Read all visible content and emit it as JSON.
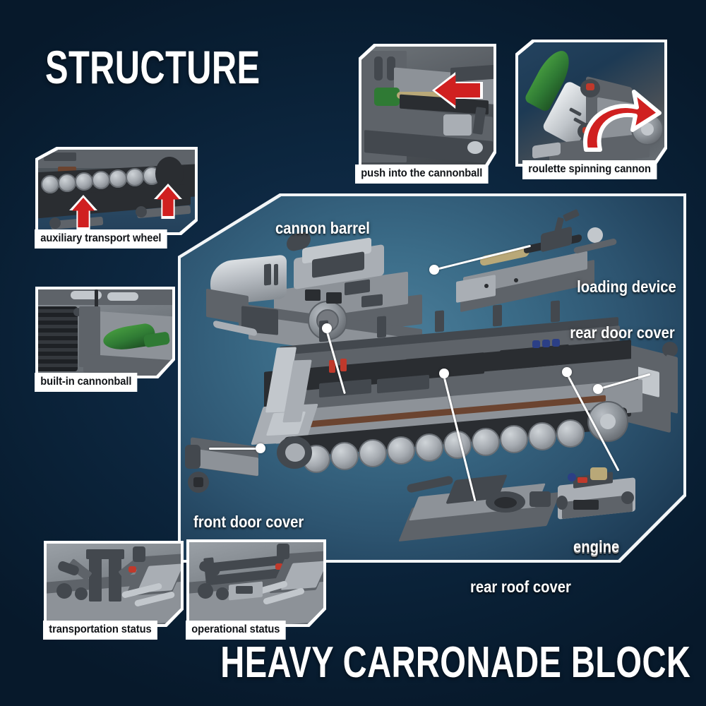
{
  "page": {
    "heading_top": "STRUCTURE",
    "heading_bottom": "HEAVY CARRONADE BLOCK",
    "bg_color": "#0a2238",
    "panel_color": "#2d5470",
    "accent_red": "#d02020",
    "frame_color": "#ffffff"
  },
  "callouts": [
    {
      "id": "push-into-the-cannonball",
      "caption": "push into the cannonball",
      "arrow": "arrow-left",
      "arrow_color": "#d02020"
    },
    {
      "id": "roulette-spinning-cannon",
      "caption": "roulette spinning cannon",
      "arrow": "curved-arrow-right",
      "arrow_color": "#d02020"
    },
    {
      "id": "auxiliary-transport-wheel",
      "caption": "auxiliary transport wheel",
      "arrow": "arrow-up",
      "arrow_color": "#d02020"
    },
    {
      "id": "built-in-cannonball",
      "caption": "built-in cannonball",
      "arrow": "none",
      "arrow_color": ""
    },
    {
      "id": "transportation-status",
      "caption": "transportation status",
      "arrow": "none",
      "arrow_color": ""
    },
    {
      "id": "operational-status",
      "caption": "operational status",
      "arrow": "none",
      "arrow_color": ""
    }
  ],
  "panel_labels": [
    {
      "id": "cannon-barrel",
      "text": "cannon barrel"
    },
    {
      "id": "loading-device",
      "text": "loading device"
    },
    {
      "id": "rear-door-cover",
      "text": "rear door cover"
    },
    {
      "id": "front-door-cover",
      "text": "front door cover"
    },
    {
      "id": "rear-roof-cover",
      "text": "rear roof cover"
    },
    {
      "id": "engine",
      "text": "engine"
    }
  ]
}
